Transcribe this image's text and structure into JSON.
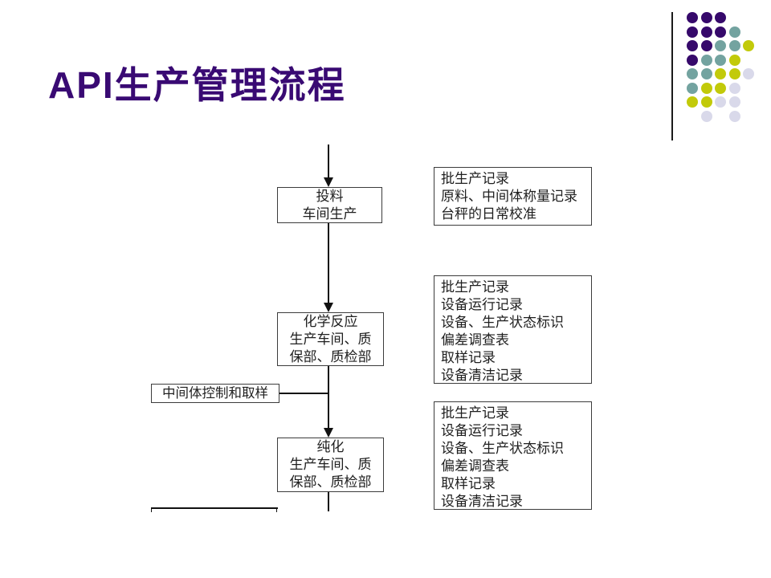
{
  "slide": {
    "title": "API生产管理流程",
    "title_color": "#390A73",
    "background_color": "#ffffff"
  },
  "decor": {
    "vertical_rule_color": "#1a1a1a",
    "dots": {
      "colors": {
        "P": "#36096B",
        "T": "#73A3A0",
        "Y": "#C2CA0A",
        "L": "#D9D9EA"
      },
      "pattern": [
        "PPP..",
        "PPPT.",
        "PPTTY",
        "PTTY.",
        "TTYYL",
        "TYYL.",
        "YYLL.",
        ".L.L."
      ]
    }
  },
  "flowchart": {
    "process_boxes": [
      {
        "lines": [
          "投料",
          "车间生产"
        ]
      },
      {
        "lines": [
          "化学反应",
          "生产车间、质",
          "保部、质检部"
        ]
      },
      {
        "lines": [
          "纯化",
          "生产车间、质",
          "保部、质检部"
        ]
      }
    ],
    "side_label_box": {
      "label": "中间体控制和取样"
    },
    "record_boxes": [
      {
        "lines": [
          "批生产记录",
          "原料、中间体称量记录",
          "台秤的日常校准"
        ]
      },
      {
        "lines": [
          "批生产记录",
          "设备运行记录",
          "设备、生产状态标识",
          "偏差调查表",
          "取样记录",
          "设备清洁记录"
        ]
      },
      {
        "lines": [
          "批生产记录",
          "设备运行记录",
          "设备、生产状态标识",
          "偏差调查表",
          "取样记录",
          "设备清洁记录"
        ]
      }
    ]
  }
}
